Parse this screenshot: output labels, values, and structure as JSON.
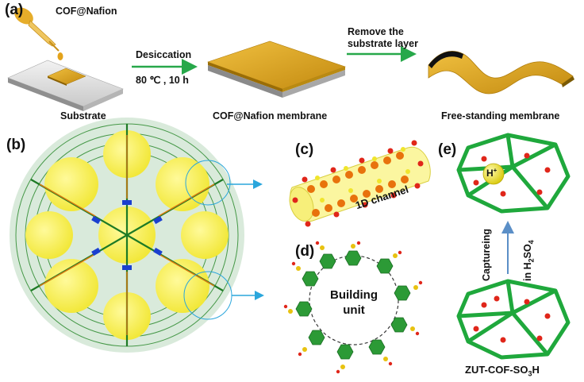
{
  "panels": {
    "a": {
      "label": "(a)",
      "pipette_label": "COF@Nafion",
      "step1_line1": "Desiccation",
      "step1_line2": "80 ℃ , 10 h",
      "step2_line1": "Remove the",
      "step2_line2": "substrate layer",
      "caption_substrate": "Substrate",
      "caption_membrane": "COF@Nafion membrane",
      "caption_freestanding": "Free-standing membrane"
    },
    "b": {
      "label": "(b)"
    },
    "c": {
      "label": "(c)",
      "channel_label": "1D channel"
    },
    "d": {
      "label": "(d)",
      "center_line1": "Building",
      "center_line2": "unit"
    },
    "e": {
      "label": "(e)",
      "ion": "H",
      "ion_charge": "+",
      "capture_line1": "Captureing",
      "capture_line2": "in H",
      "capture_sub": "2",
      "capture_tail": "SO",
      "capture_sub2": "4",
      "product": "ZUT-COF-SO",
      "product_sub": "3",
      "product_tail": "H"
    }
  },
  "colors": {
    "gold": "#d9a21b",
    "green": "#1e9e3a",
    "yellow": "#f4ee3a",
    "arrow_green": "#27a84a",
    "arrow_blue": "#2aa6dc",
    "red": "#e0261a",
    "orange": "#e8720c"
  }
}
